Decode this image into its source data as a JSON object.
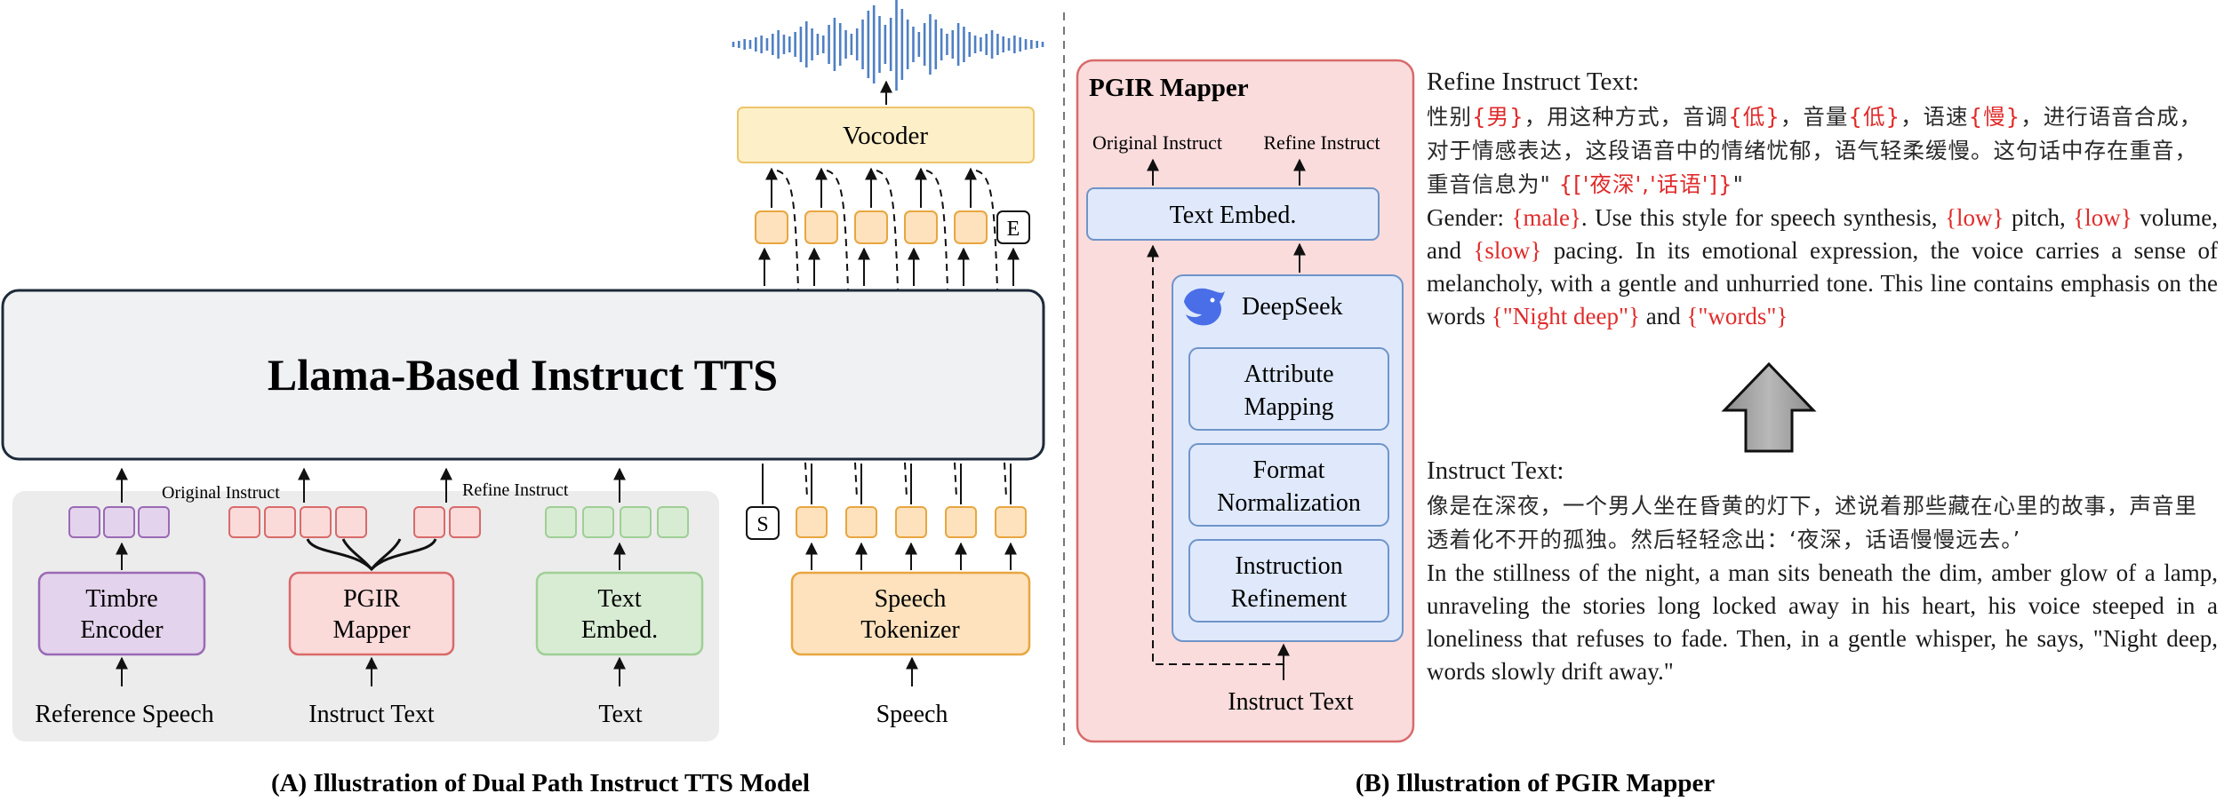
{
  "panel_a": {
    "caption": "(A) Illustration of Dual Path Instruct TTS Model",
    "model_title": "Llama-Based Instruct TTS",
    "vocoder": "Vocoder",
    "end_token": "E",
    "start_token": "S",
    "original_instruct": "Original Instruct",
    "refine_instruct": "Refine Instruct",
    "modules": {
      "timbre_encoder": [
        "Timbre",
        "Encoder"
      ],
      "pgir_mapper": [
        "PGIR",
        "Mapper"
      ],
      "text_embed": [
        "Text",
        "Embed."
      ],
      "speech_tokenizer": [
        "Speech",
        "Tokenizer"
      ]
    },
    "inputs": {
      "reference_speech": "Reference Speech",
      "instruct_text": "Instruct Text",
      "text": "Text",
      "speech": "Speech"
    },
    "colors": {
      "purple_fill": "#e4d3ec",
      "purple_stroke": "#9a6ab5",
      "pink_fill": "#fbdada",
      "pink_stroke": "#d96a6a",
      "green_fill": "#d8ecd4",
      "green_stroke": "#9fcf96",
      "orange_fill": "#fde2bd",
      "orange_stroke": "#e8a640",
      "vocoder_fill": "#fdefc8",
      "vocoder_stroke": "#ecc56a",
      "model_fill": "#f0f1f3",
      "model_stroke": "#1d2a3a",
      "waveform": "#4f7fc4"
    }
  },
  "panel_b": {
    "caption": "(B) Illustration of PGIR Mapper",
    "title": "PGIR Mapper",
    "original_instruct": "Original Instruct",
    "refine_instruct": "Refine Instruct",
    "text_embed": "Text Embed.",
    "deepseek": "DeepSeek",
    "steps": [
      [
        "Attribute",
        "Mapping"
      ],
      [
        "Format",
        "Normalization"
      ],
      [
        "Instruction",
        "Refinement"
      ]
    ],
    "input": "Instruct Text",
    "colors": {
      "outer_fill": "#fadcdc",
      "outer_stroke": "#d86a6a",
      "inner_fill": "#dfe9fb",
      "inner_stroke": "#6f94c9",
      "deepseek_logo": "#4a6ee8"
    }
  },
  "refine_text": {
    "header": "Refine Instruct Text:",
    "zh": [
      {
        "t": "性别"
      },
      {
        "t": "{男}",
        "hl": true
      },
      {
        "t": "，用这种方式，音调"
      },
      {
        "t": "{低}",
        "hl": true
      },
      {
        "t": "，音量"
      },
      {
        "t": "{低}",
        "hl": true
      },
      {
        "t": "，语速"
      },
      {
        "t": "{慢}",
        "hl": true
      },
      {
        "t": "，进行语音合成，对于情感表达，这段语音中的情绪忧郁，语气轻柔缓慢。这句话中存在重音，重音信息为\" "
      },
      {
        "t": "{['夜深','话语']}",
        "hl": true
      },
      {
        "t": "\""
      }
    ],
    "en": [
      {
        "t": "Gender: "
      },
      {
        "t": "{male}",
        "hl": true
      },
      {
        "t": ". Use this style for speech synthesis, "
      },
      {
        "t": "{low}",
        "hl": true
      },
      {
        "t": " pitch, "
      },
      {
        "t": "{low}",
        "hl": true
      },
      {
        "t": " volume, and "
      },
      {
        "t": "{slow}",
        "hl": true
      },
      {
        "t": " pacing. In its emotional expression, the voice carries a sense of melancholy, with a gentle and unhurried tone. This line contains emphasis on the words "
      },
      {
        "t": "{\"Night deep\"}",
        "hl": true
      },
      {
        "t": " and "
      },
      {
        "t": "{\"words\"}",
        "hl": true
      }
    ]
  },
  "instruct_text": {
    "header": "Instruct Text:",
    "zh": "像是在深夜，一个男人坐在昏黄的灯下，述说着那些藏在心里的故事，声音里透着化不开的孤独。然后轻轻念出：‘夜深，话语慢慢远去。’",
    "en": "In the stillness of the night, a man sits beneath the dim, amber glow of a lamp, unraveling the stories long locked away in his heart, his voice steeped in a loneliness that refuses to fade. Then, in a gentle whisper, he says, \"Night deep, words slowly drift away.\""
  }
}
